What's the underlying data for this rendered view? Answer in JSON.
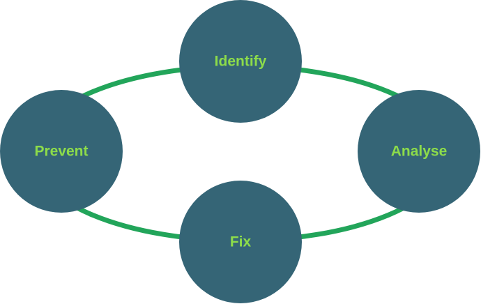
{
  "colors": {
    "node_fill": "#356576",
    "ring_stroke": "#22a55a",
    "label_text": "#8ddc4a",
    "background": "#ffffff"
  },
  "cycle": {
    "nodes": [
      {
        "id": "identify",
        "label": "Identify"
      },
      {
        "id": "analyse",
        "label": "Analyse"
      },
      {
        "id": "fix",
        "label": "Fix"
      },
      {
        "id": "prevent",
        "label": "Prevent"
      }
    ]
  }
}
